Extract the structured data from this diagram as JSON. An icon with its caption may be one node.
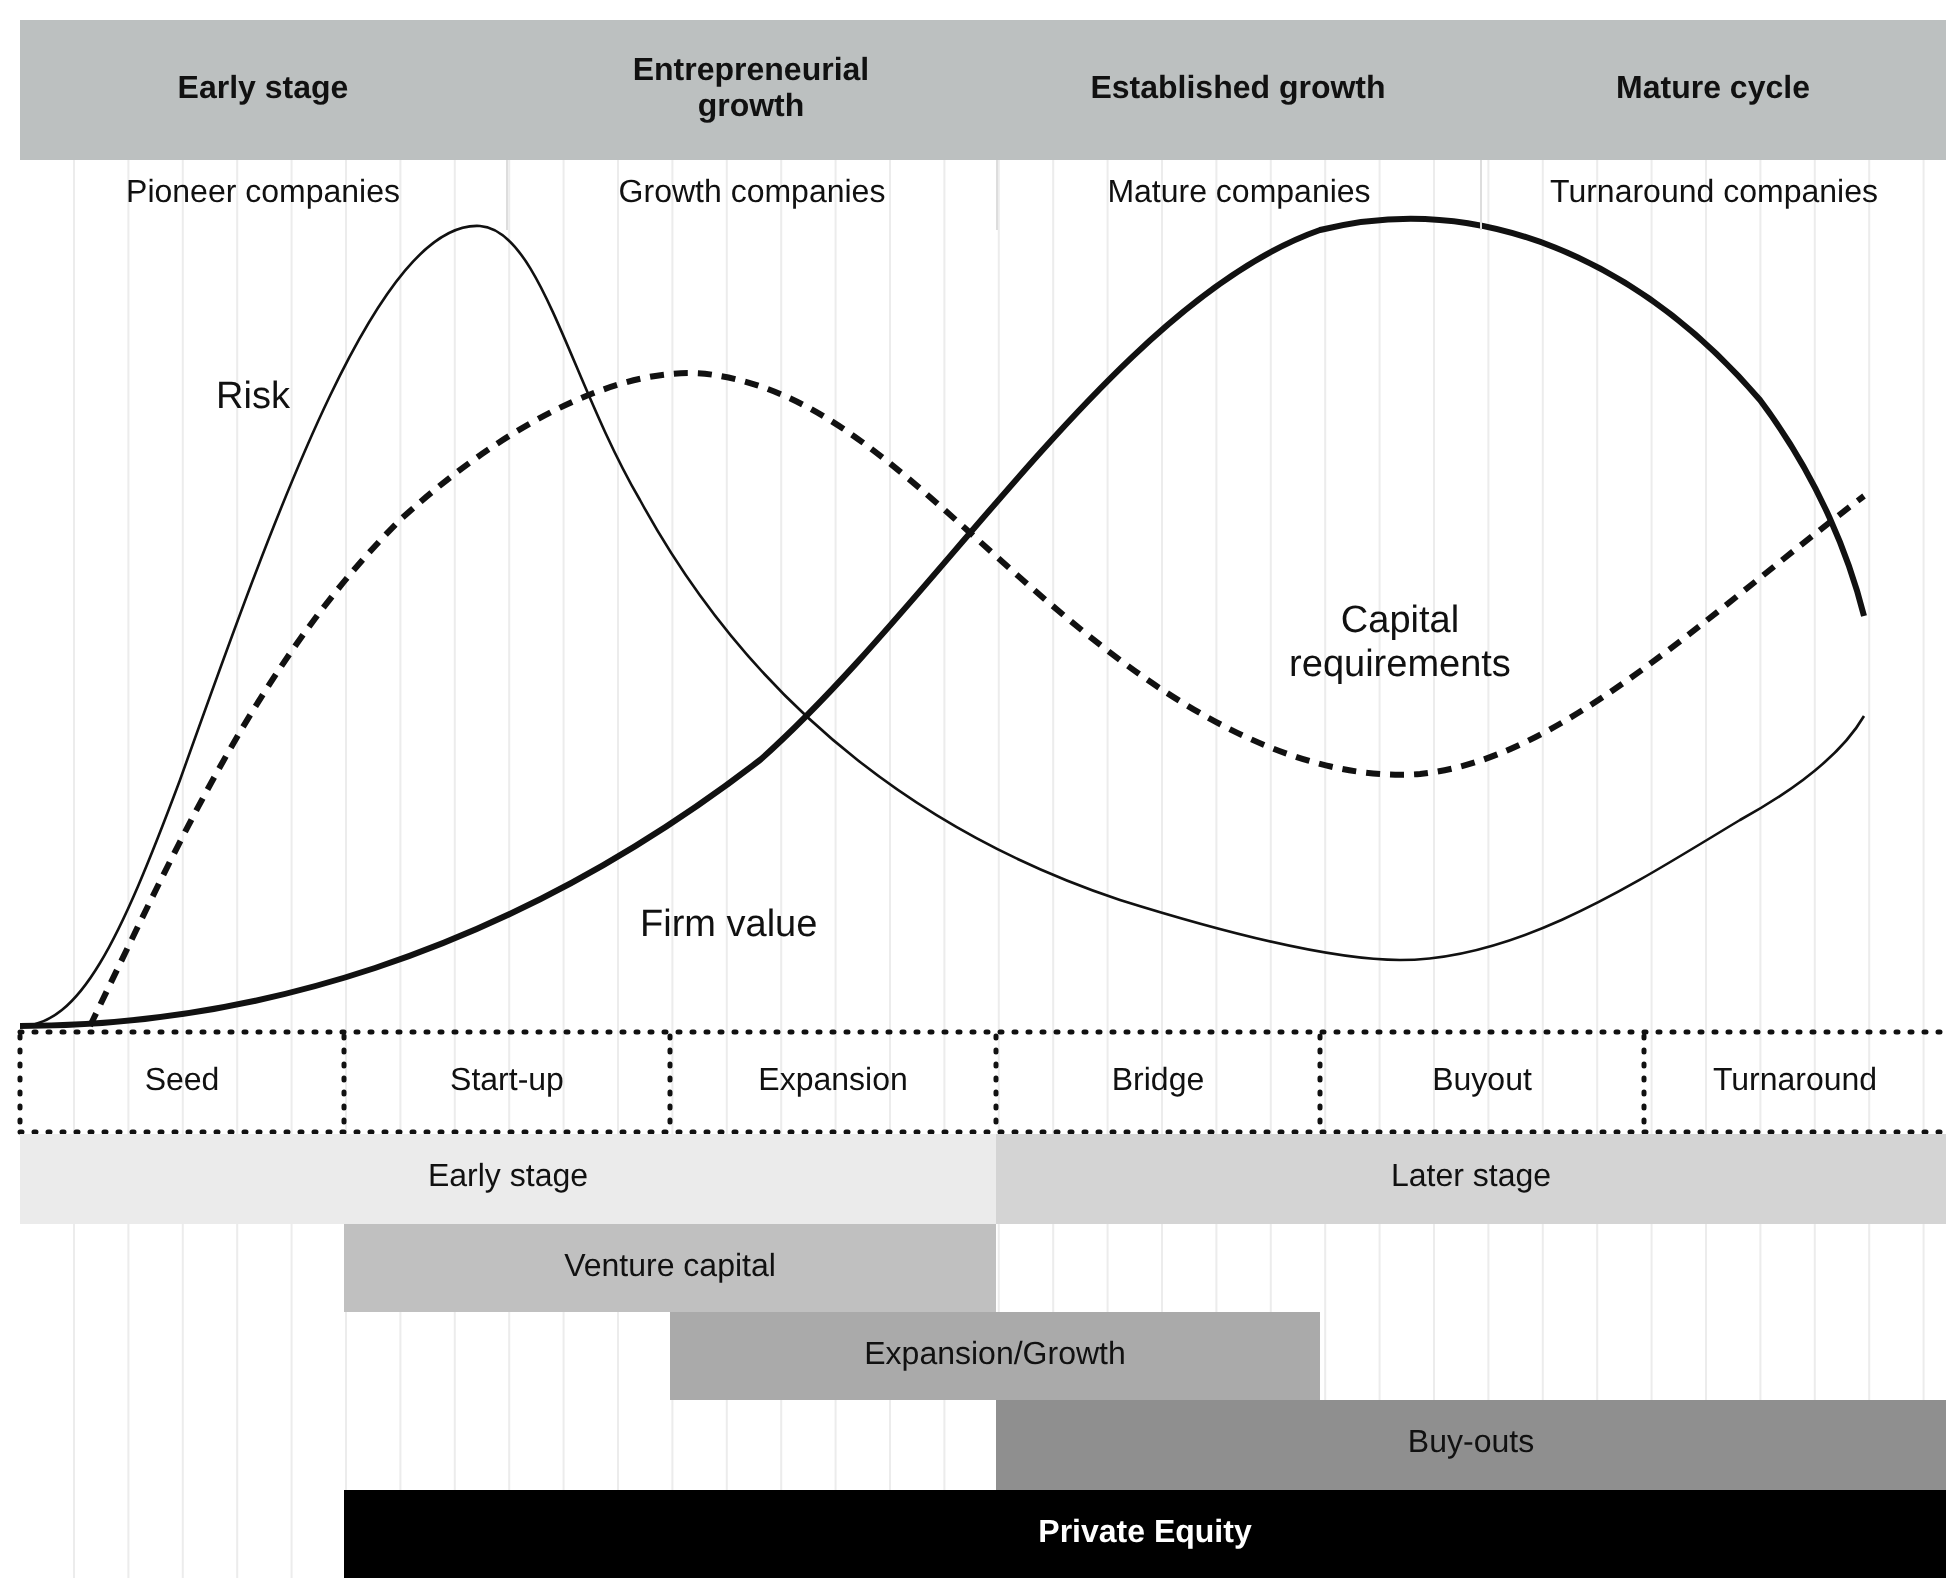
{
  "diagram": {
    "nodes": [
      {
        "text": [
          "Early stage"
        ]
      },
      {
        "text": [
          "Entrepreneurial growth"
        ]
      },
      {
        "text": [
          "Established growth"
        ]
      },
      {
        "text": [
          "Mature cycle"
        ]
      },
      {
        "text": [
          "Pioneer companies"
        ]
      },
      {
        "text": [
          "Growth companies"
        ]
      },
      {
        "text": [
          "Mature companies"
        ]
      },
      {
        "text": [
          "Turnaround companies"
        ]
      },
      {
        "text": [
          "Seed"
        ]
      },
      {
        "text": [
          "Start-up"
        ]
      },
      {
        "text": [
          "Expansion"
        ]
      },
      {
        "text": [
          "Bridge"
        ]
      },
      {
        "text": [
          "Buyout"
        ]
      },
      {
        "text": [
          "Turnaround"
        ]
      },
      {
        "text": [
          "Early stage"
        ]
      },
      {
        "text": [
          "Later stage"
        ]
      },
      {
        "text": [
          "Venture capital"
        ]
      },
      {
        "text": [
          "Expansion/Growth"
        ]
      },
      {
        "text": [
          "Buy-outs"
        ]
      },
      {
        "text": [
          "Private Equity"
        ]
      }
    ],
    "labels": [
      "Risk",
      "Capital requirements",
      "Firm value"
    ]
  }
}
